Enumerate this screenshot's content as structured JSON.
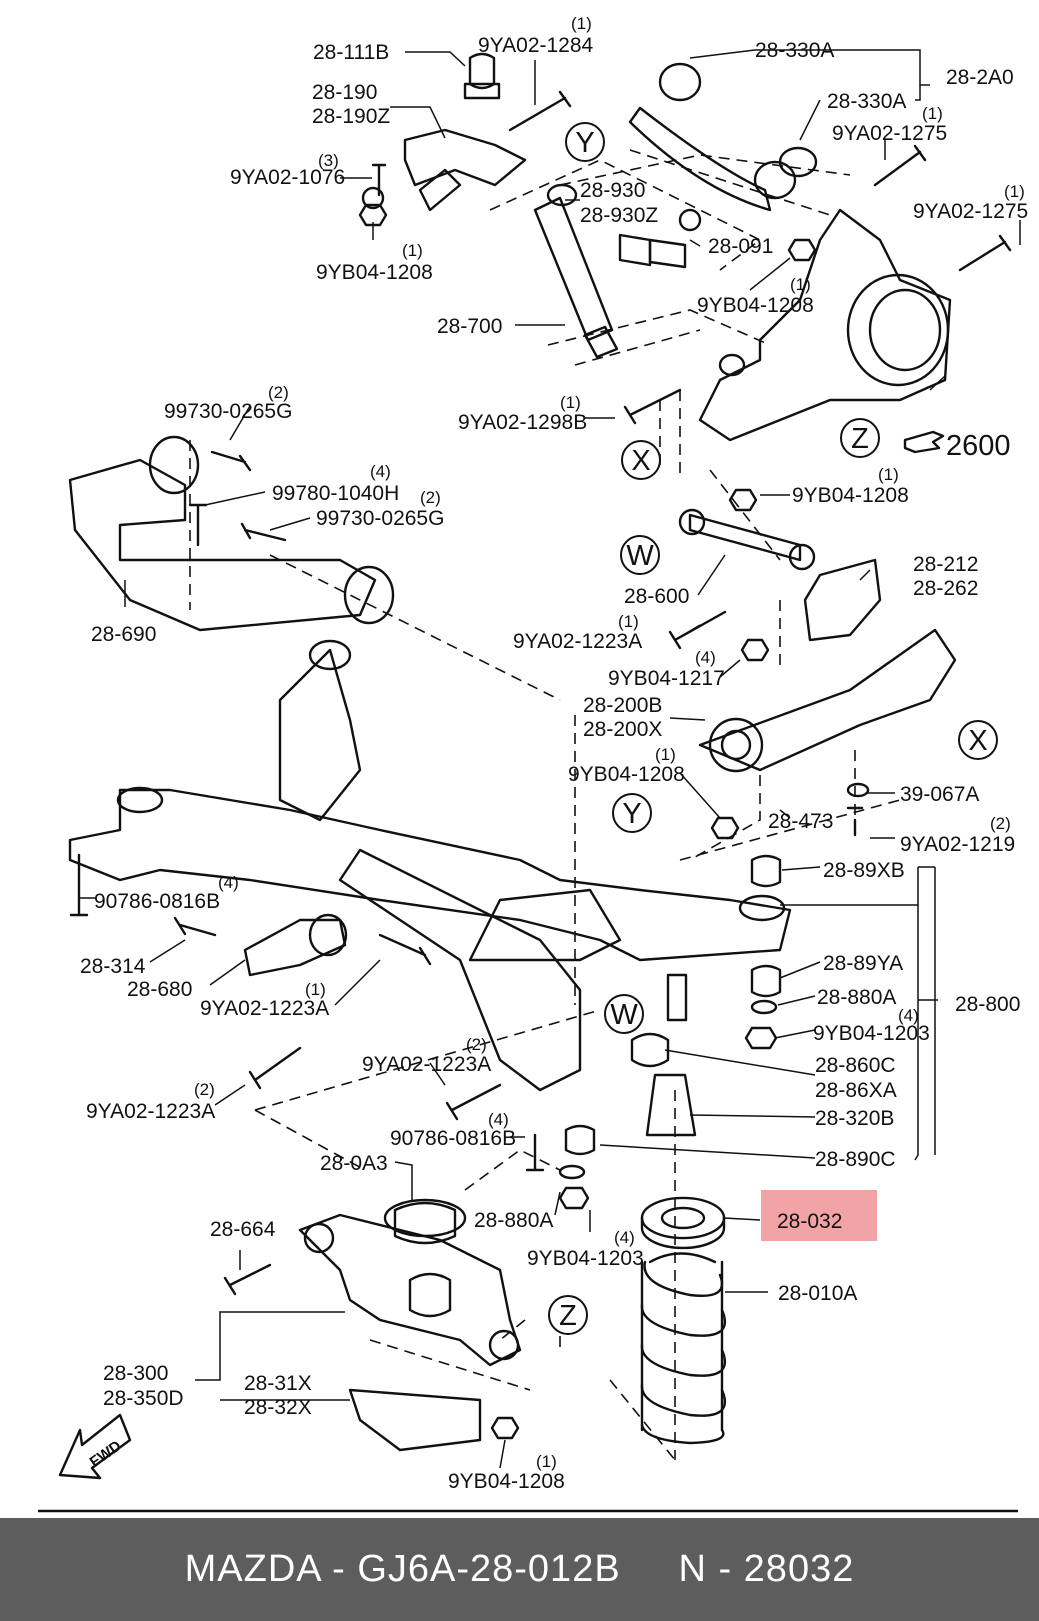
{
  "diagram": {
    "labels": {
      "l_28_111B": "28-111B",
      "l_9YA02_1284": "9YA02-1284",
      "q_1284": "(1)",
      "l_28_190": "28-190",
      "l_28_190Z": "28-190Z",
      "l_9YA02_1076": "9YA02-1076",
      "q_1076": "(3)",
      "l_9YB04_1208_a": "9YB04-1208",
      "q_1208_a": "(1)",
      "l_28_330A_a": "28-330A",
      "l_28_2A0": "28-2A0",
      "l_28_330A_b": "28-330A",
      "l_9YA02_1275_a": "9YA02-1275",
      "q_1275_a": "(1)",
      "l_9YA02_1275_b": "9YA02-1275",
      "q_1275_b": "(1)",
      "l_28_930": "28-930",
      "l_28_930Z": "28-930Z",
      "l_28_091": "28-091",
      "l_9YB04_1208_b": "9YB04-1208",
      "q_1208_b": "(1)",
      "l_28_700": "28-700",
      "l_9YA02_1298B": "9YA02-1298B",
      "q_1298B": "(1)",
      "l_2600": "2600",
      "l_99730_a": "99730-0265G",
      "q_99730_a": "(2)",
      "l_99780": "99780-1040H",
      "q_99780": "(4)",
      "l_99730_b": "99730-0265G",
      "q_99730_b": "(2)",
      "l_28_690": "28-690",
      "l_9YB04_1208_c": "9YB04-1208",
      "q_1208_c": "(1)",
      "l_28_600": "28-600",
      "l_28_212": "28-212",
      "l_28_262": "28-262",
      "l_9YA02_1223A_a": "9YA02-1223A",
      "q_1223A_a": "(1)",
      "l_9YB04_1217": "9YB04-1217",
      "q_1217": "(4)",
      "l_28_200B": "28-200B",
      "l_28_200X": "28-200X",
      "l_9YB04_1208_d": "9YB04-1208",
      "q_1208_d": "(1)",
      "l_39_067A": "39-067A",
      "l_28_473": "28-473",
      "l_9YA02_1219": "9YA02-1219",
      "q_1219": "(2)",
      "l_28_89XB": "28-89XB",
      "l_90786_a": "90786-0816B",
      "q_90786_a": "(4)",
      "l_28_314": "28-314",
      "l_28_680": "28-680",
      "l_9YA02_1223A_b": "9YA02-1223A",
      "q_1223A_b": "(1)",
      "l_28_89YA": "28-89YA",
      "l_28_880A_a": "28-880A",
      "l_9YB04_1203_a": "9YB04-1203",
      "q_1203_a": "(4)",
      "l_28_800": "28-800",
      "l_9YA02_1223A_c": "9YA02-1223A",
      "q_1223A_c": "(2)",
      "l_9YA02_1223A_d": "9YA02-1223A",
      "q_1223A_d": "(2)",
      "l_28_860C": "28-860C",
      "l_28_86XA": "28-86XA",
      "l_28_320B": "28-320B",
      "l_90786_b": "90786-0816B",
      "q_90786_b": "(4)",
      "l_28_890C": "28-890C",
      "l_28_0A3": "28-0A3",
      "l_28_880A_b": "28-880A",
      "l_28_032": "28-032",
      "l_28_664": "28-664",
      "l_9YB04_1203_b": "9YB04-1203",
      "q_1203_b": "(4)",
      "l_28_010A": "28-010A",
      "l_28_300": "28-300",
      "l_28_350D": "28-350D",
      "l_28_31X": "28-31X",
      "l_28_32X": "28-32X",
      "l_9YB04_1208_e": "9YB04-1208",
      "q_1208_e": "(1)",
      "l_fwd": "FWD"
    },
    "refs": {
      "Y": "Y",
      "X": "X",
      "Z": "Z",
      "W": "W"
    },
    "highlight_color": "#f2a3a6"
  },
  "footer": {
    "text": "MAZDA - GJ6A-28-012B     N - 28032",
    "background": "#5d5d5d"
  }
}
